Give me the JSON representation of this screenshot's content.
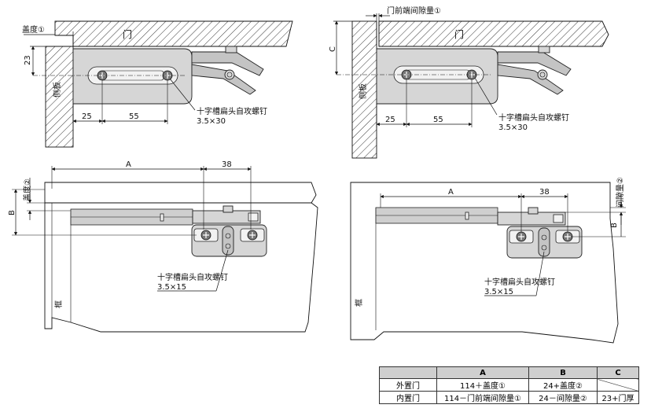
{
  "labels": {
    "door": "门",
    "side_panel": "侧板",
    "frame": "框",
    "overlay1": "盖度①",
    "overlay2": "盖度②",
    "front_gap1": "门前端间隙量①",
    "gap2": "间隙量②",
    "screw_a_name": "十字槽扁头自攻螺钉",
    "screw_a_size": "3.5×30",
    "screw_b_name": "十字槽扁头自攻螺钉",
    "screw_b_size": "3.5×15"
  },
  "dims": {
    "d23": "23",
    "d25": "25",
    "d55": "55",
    "dC": "C",
    "dA": "A",
    "d38": "38",
    "dB": "B"
  },
  "table": {
    "headers": [
      "",
      "A",
      "B",
      "C"
    ],
    "rows": [
      {
        "name": "外置门",
        "a": "114＋盖度①",
        "b": "24+盖度②",
        "c": ""
      },
      {
        "name": "内置门",
        "a": "114－门前端间隙量①",
        "b": "24－间隙量②",
        "c": "23+门厚"
      }
    ]
  }
}
